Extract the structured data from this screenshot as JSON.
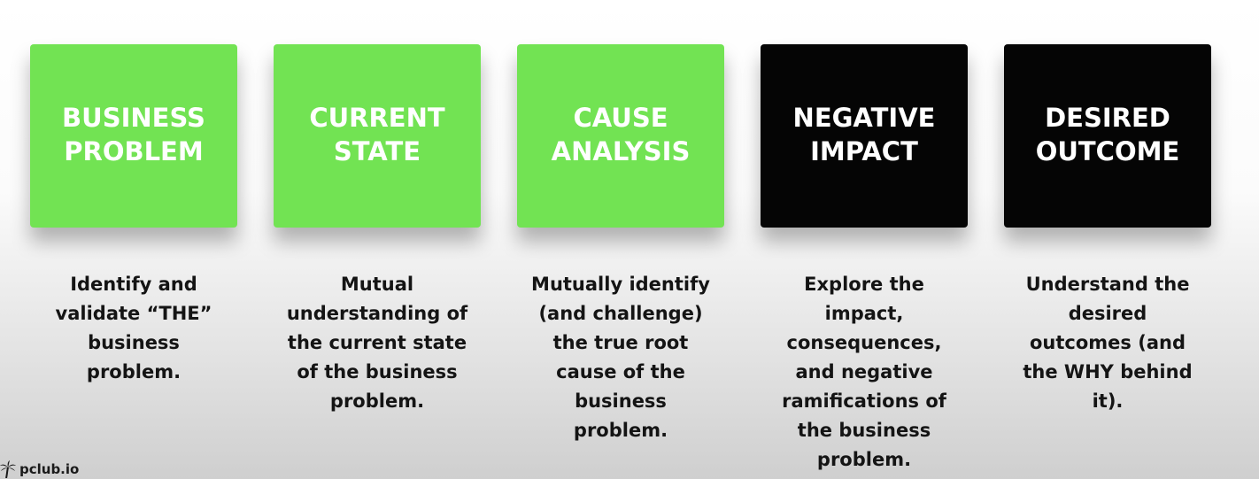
{
  "colors": {
    "green": "#72e353",
    "black": "#050505",
    "title_text": "#ffffff",
    "description_text": "#141414"
  },
  "steps": [
    {
      "theme": "green",
      "title_lines": [
        "BUSINESS",
        "PROBLEM"
      ],
      "description_lines": [
        "Identify and",
        "validate “THE”",
        "business",
        "problem."
      ]
    },
    {
      "theme": "green",
      "title_lines": [
        "CURRENT",
        "STATE"
      ],
      "description_lines": [
        "Mutual",
        "understanding of",
        "the current state",
        "of the business",
        "problem."
      ]
    },
    {
      "theme": "green",
      "title_lines": [
        "CAUSE",
        "ANALYSIS"
      ],
      "description_lines": [
        "Mutually identify",
        "(and challenge)",
        "the true root",
        "cause of the",
        "business",
        "problem."
      ]
    },
    {
      "theme": "black",
      "title_lines": [
        "NEGATIVE",
        "IMPACT"
      ],
      "description_lines": [
        "Explore the",
        "impact,",
        "consequences,",
        "and negative",
        "ramifications of",
        "the business",
        "problem."
      ]
    },
    {
      "theme": "black",
      "title_lines": [
        "DESIRED",
        "OUTCOME"
      ],
      "description_lines": [
        "Understand the",
        "desired",
        "outcomes (and",
        "the WHY behind",
        "it)."
      ]
    }
  ],
  "brand": {
    "icon": "palm-tree-icon",
    "text": "pclub.io"
  }
}
